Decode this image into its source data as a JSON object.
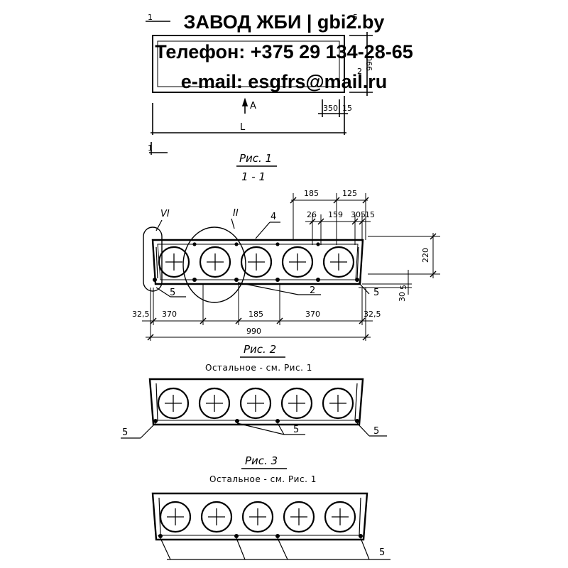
{
  "header": {
    "line1": "ЗАВОД ЖБИ | gbi2.by",
    "line2": "Телефон: +375 29 134-28-65",
    "line3": "e-mail: esgfrs@mail.ru"
  },
  "top_view": {
    "section_mark": "1",
    "view_mark": "А",
    "length_mark": "L",
    "height_dim": "990",
    "dim_350": "350",
    "dim_15": "15",
    "callout_5": "5",
    "callout_2": "2"
  },
  "fig1": {
    "caption": "Рис. 1",
    "section": "1 - 1",
    "node_vi": "VI",
    "node_ii": "II",
    "pos_4": "4",
    "pos_2": "2",
    "pos_5": "5",
    "dims_top": [
      "185",
      "125",
      "26",
      "159",
      "305",
      "15"
    ],
    "dim_220": "220",
    "dim_30": "30",
    "dim_5": "5",
    "dims_bottom": [
      "32,5",
      "370",
      "185",
      "370",
      "32,5"
    ],
    "dim_total": "990"
  },
  "fig2": {
    "caption": "Рис. 2",
    "note": "Остальное - см. Рис. 1",
    "pos_5": "5"
  },
  "fig3": {
    "caption": "Рис. 3",
    "note": "Остальное - см. Рис. 1",
    "pos_5": "5"
  }
}
